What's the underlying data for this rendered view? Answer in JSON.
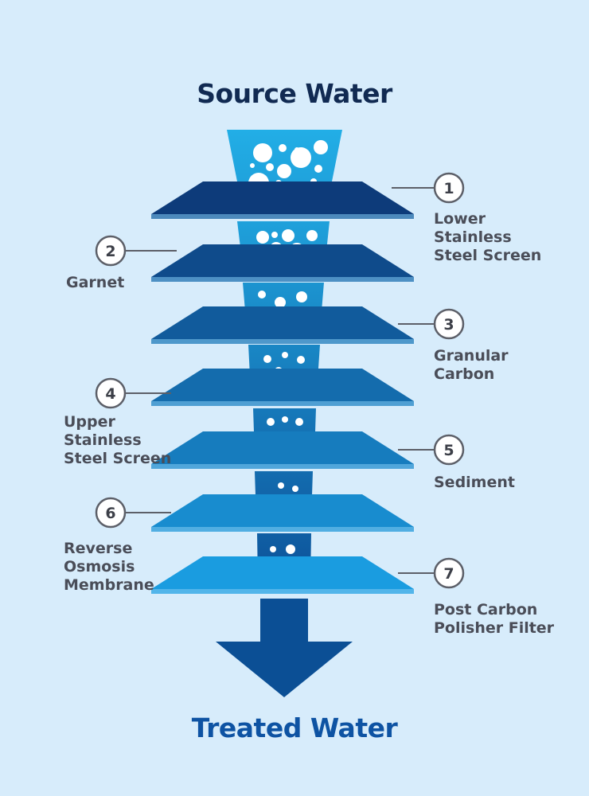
{
  "title_top": "Source Water",
  "title_bottom": "Treated Water",
  "colors": {
    "background": "#d7ecfb",
    "plate_dark": "#0d3b7a",
    "plate_light": "#1a9ce0",
    "chamber_top": "#22aee6",
    "chamber_bottom": "#0d5299",
    "arrow": "#0b4f95",
    "label_text": "#4a4d58",
    "callout_line": "#5c5f68"
  },
  "layers": [
    {
      "number": "1",
      "label": "Lower\nStainless\nSteel Screen",
      "side": "right"
    },
    {
      "number": "2",
      "label": "Garnet",
      "side": "left"
    },
    {
      "number": "3",
      "label": "Granular\nCarbon",
      "side": "right"
    },
    {
      "number": "4",
      "label": "Upper\nStainless\nSteel Screen",
      "side": "left"
    },
    {
      "number": "5",
      "label": "Sediment",
      "side": "right"
    },
    {
      "number": "6",
      "label": "Reverse\nOsmosis\nMembrane",
      "side": "left"
    },
    {
      "number": "7",
      "label": "Post Carbon\nPolisher Filter",
      "side": "right"
    }
  ]
}
